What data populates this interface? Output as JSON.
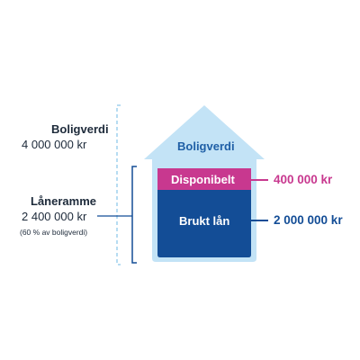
{
  "colors": {
    "house_fill": "#c3e3f6",
    "disponibelt": "#c8388f",
    "brukt_lan": "#134d96",
    "bracket_dashed": "#9fd0ee",
    "bracket_solid": "#134d96",
    "house_label": "#1f5fa6"
  },
  "left": {
    "boligverdi_title": "Boligverdi",
    "boligverdi_value": "4 000 000 kr",
    "laneramme_title": "Låneramme",
    "laneramme_value": "2 400 000 kr",
    "laneramme_note": "(60 % av boligverdi)"
  },
  "house": {
    "label": "Boligverdi",
    "disponibelt_label": "Disponibelt",
    "brukt_lan_label": "Brukt lån"
  },
  "right": {
    "disponibelt_amount": "400 000 kr",
    "brukt_lan_amount": "2 000 000 kr"
  }
}
